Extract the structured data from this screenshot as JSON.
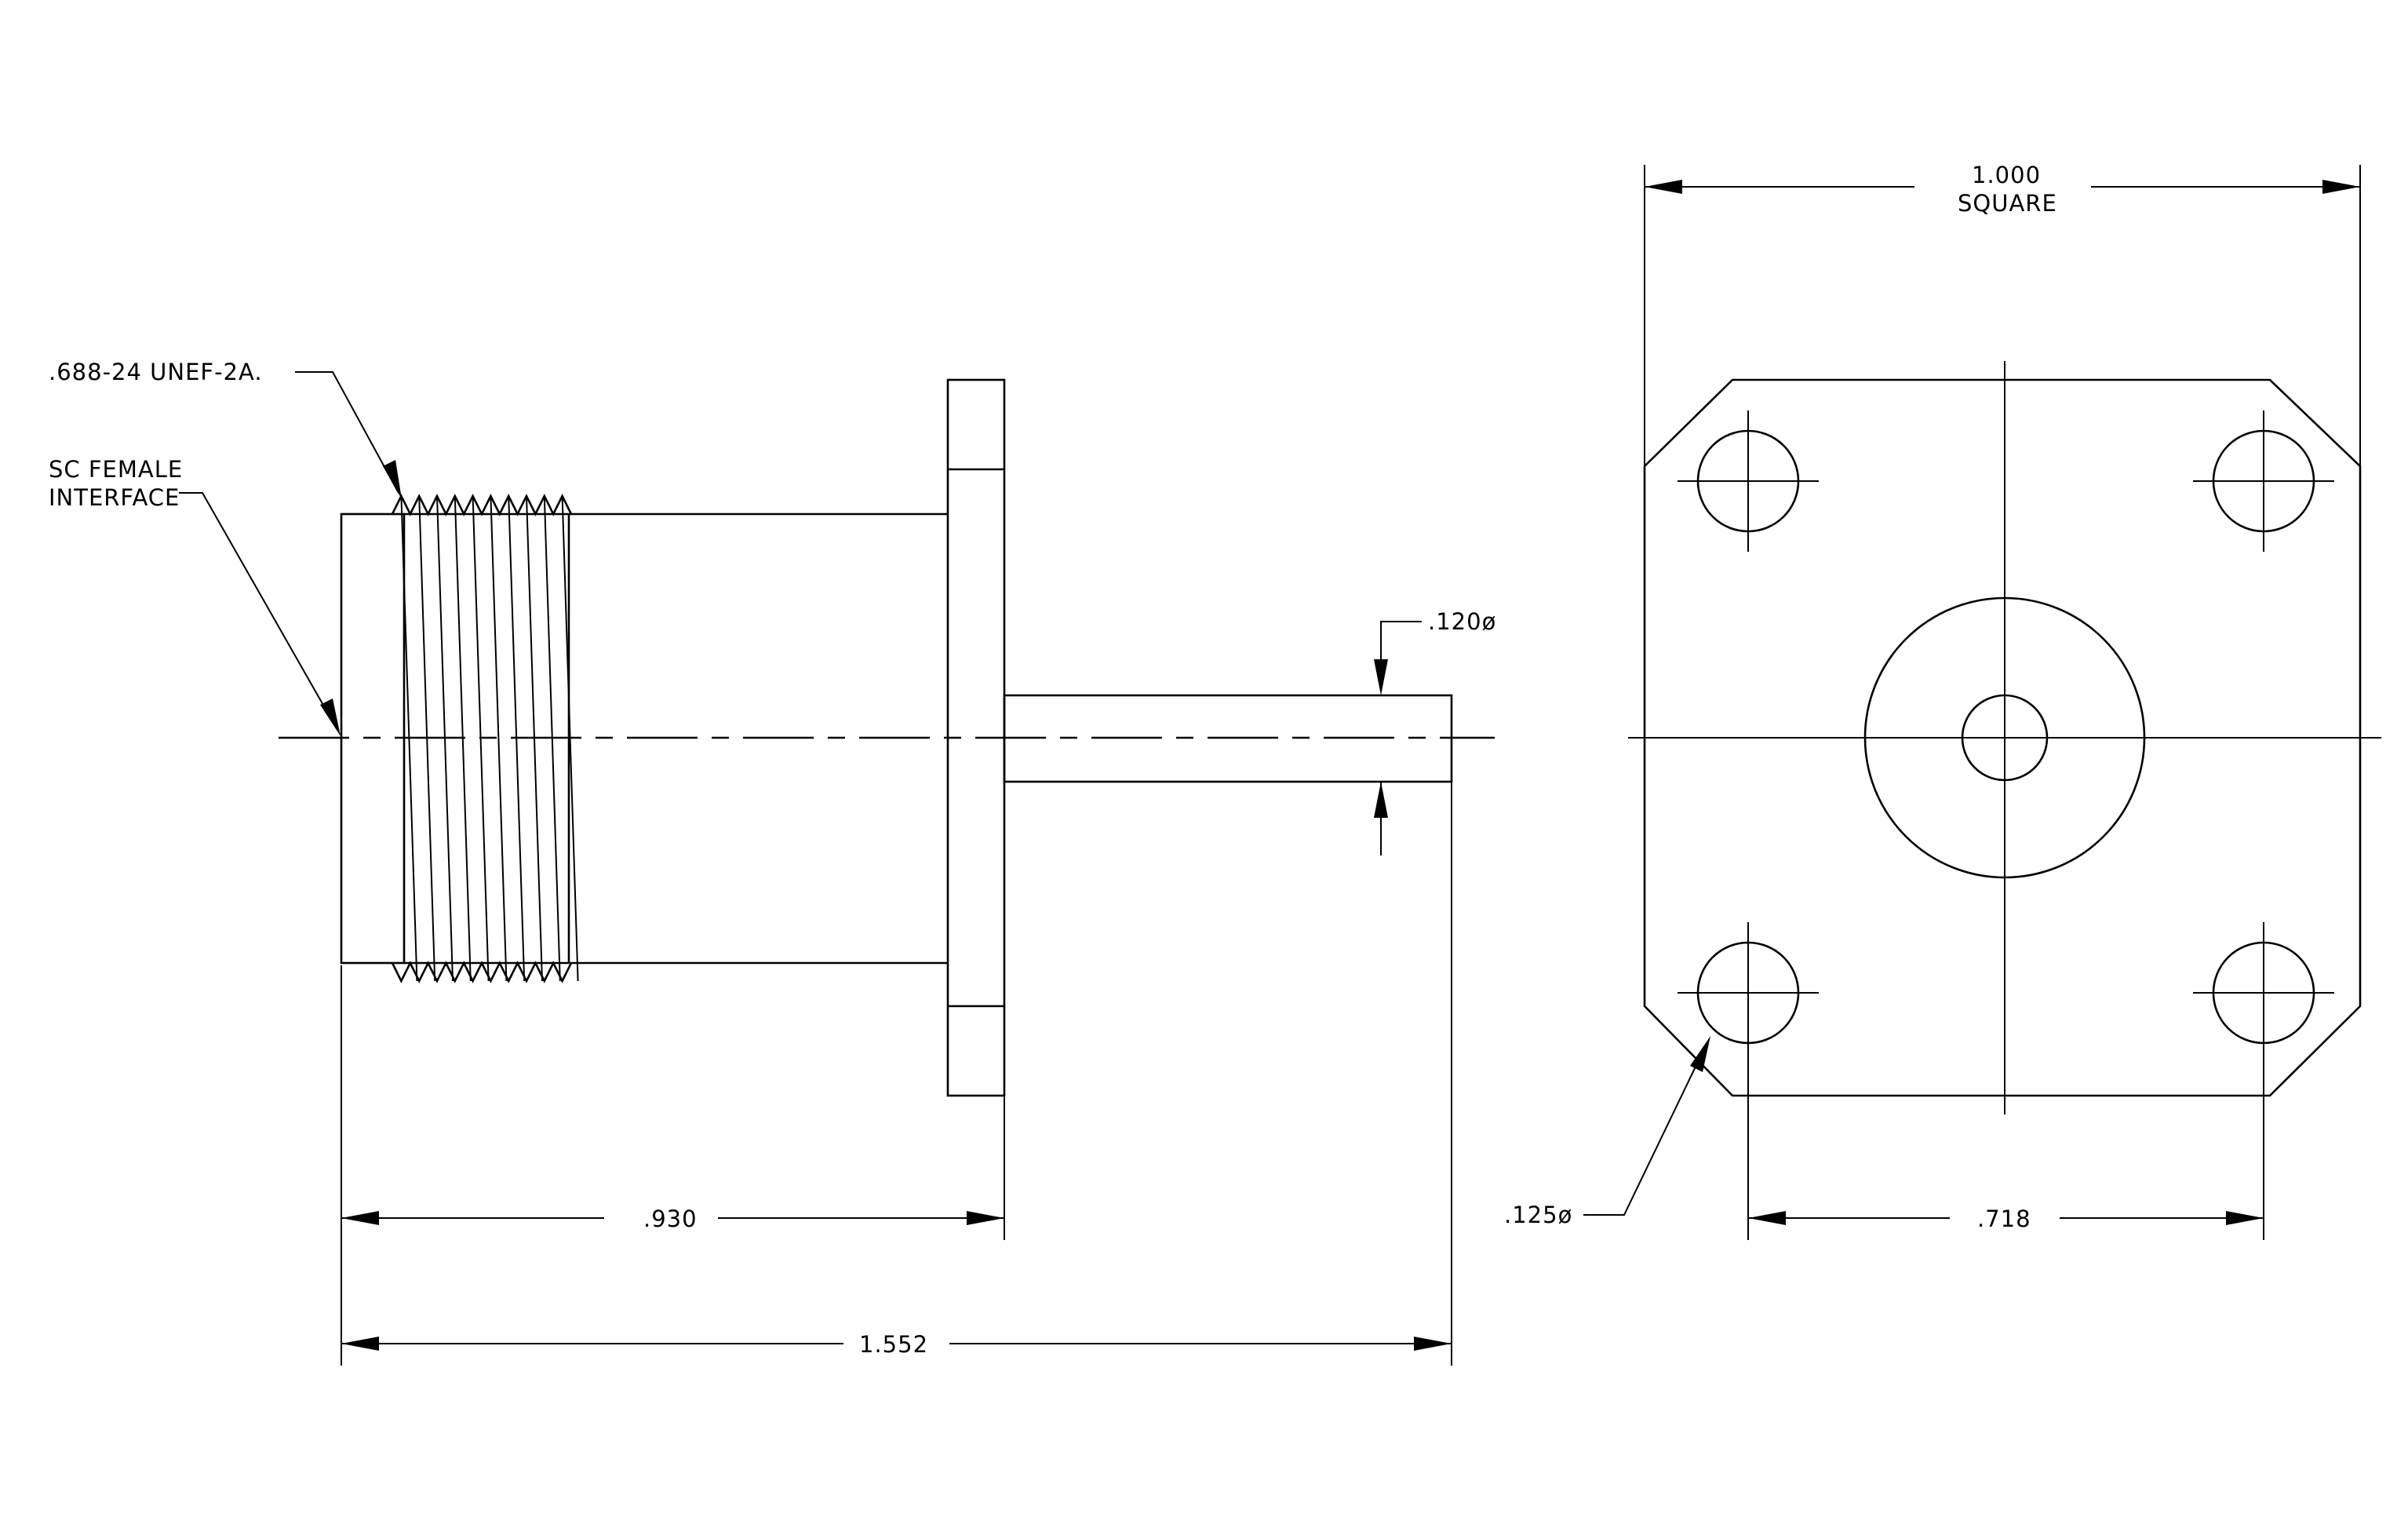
{
  "side_view": {
    "thread_callout": ".688-24 UNEF-2A.",
    "interface_line1": "SC FEMALE",
    "interface_line2": "INTERFACE",
    "pin_diameter": ".120ø",
    "flange_length": ".930",
    "overall_length": "1.552"
  },
  "end_view": {
    "width_value": "1.000",
    "width_note": "SQUARE",
    "hole_diameter": ".125ø",
    "hole_spacing": ".718"
  },
  "colors": {
    "line": "#000000",
    "background": "#ffffff"
  }
}
